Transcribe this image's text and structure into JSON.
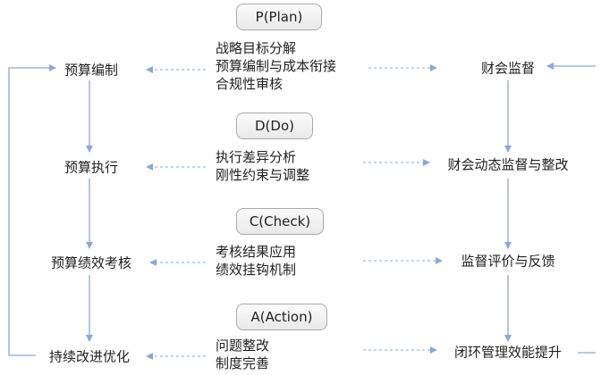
{
  "colors": {
    "arrow": "#8aa7d9",
    "box_border": "#a9a9a9",
    "text": "#1f1f1f"
  },
  "phases": [
    {
      "label": "P(Plan)",
      "lines": [
        "战略目标分解",
        "预算编制与成本衔接",
        "合规性审核"
      ]
    },
    {
      "label": "D(Do)",
      "lines": [
        "执行差异分析",
        "刚性约束与调整"
      ]
    },
    {
      "label": "C(Check)",
      "lines": [
        "考核结果应用",
        "绩效挂钩机制"
      ]
    },
    {
      "label": "A(Action)",
      "lines": [
        "问题整改",
        "制度完善"
      ]
    }
  ],
  "left_steps": [
    "预算编制",
    "预算执行",
    "预算绩效考核",
    "持续改进优化"
  ],
  "right_steps": [
    "财会监督",
    "财会动态监督与整改",
    "监督评价与反馈",
    "闭环管理效能提升"
  ]
}
